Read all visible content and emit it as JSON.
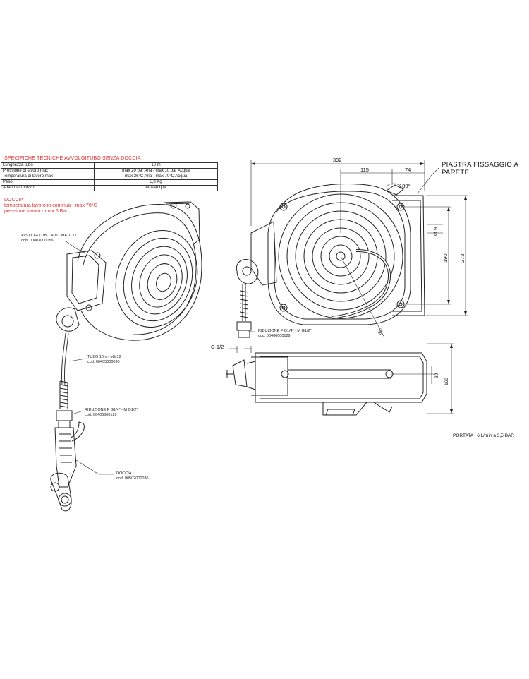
{
  "spec": {
    "title": "SPECIFICHE TECNICHE AVVOLGITUBO SENZA DOCCIA",
    "rows": [
      {
        "label": "Lunghezza tubo",
        "value": "10 m"
      },
      {
        "label": "Pressione di lavoro max",
        "value": "max 20 bar Aria - max 10 bar Acqua"
      },
      {
        "label": "Temperatura di lavoro max",
        "value": "max 26°C Aria - max 70°C Acqua"
      },
      {
        "label": "Peso",
        "value": "5,3 Kg"
      },
      {
        "label": "Adatto all'utilizzo",
        "value": "Aria-Acqua"
      }
    ]
  },
  "doccia_notes": {
    "title": "DOCCIA",
    "line1": "temperatura lavoro in continuo - max 70°C",
    "line2": "pressione lavoro - max 6 Bar"
  },
  "callouts": {
    "reel_name": "AVVOLGI TUBO AUTOMATICO",
    "reel_code": "cod. 00803000056",
    "hose_name": "TUBO 10m - ø8x12",
    "hose_code": "cod. 00405000090",
    "reducer_left_name": "RIDUZIONE F G1/4\" - M G1/2\"",
    "reducer_left_code": "cod. 00406000129",
    "shower_name": "DOCCIA",
    "shower_code": "cod. 00502000036",
    "reducer_right_name": "RIDUZIONE F G1/4\" - M G1/2\"",
    "reducer_right_code": "cod. 00406000129"
  },
  "drawing_right": {
    "plate_title": "PIASTRA FISSAGGIO A PARETE",
    "dim_392": "392",
    "dim_115": "115",
    "dim_74": "74",
    "dim_180deg": "180°",
    "dim_d9": "Ø 9",
    "dim_190": "190",
    "dim_272": "272",
    "dim_r35": "35°",
    "dim_g12": "G 1/2",
    "dim_30": "30",
    "dim_160": "160",
    "flow": "PORTATA : 6 L/min a 3,5 BAR"
  }
}
